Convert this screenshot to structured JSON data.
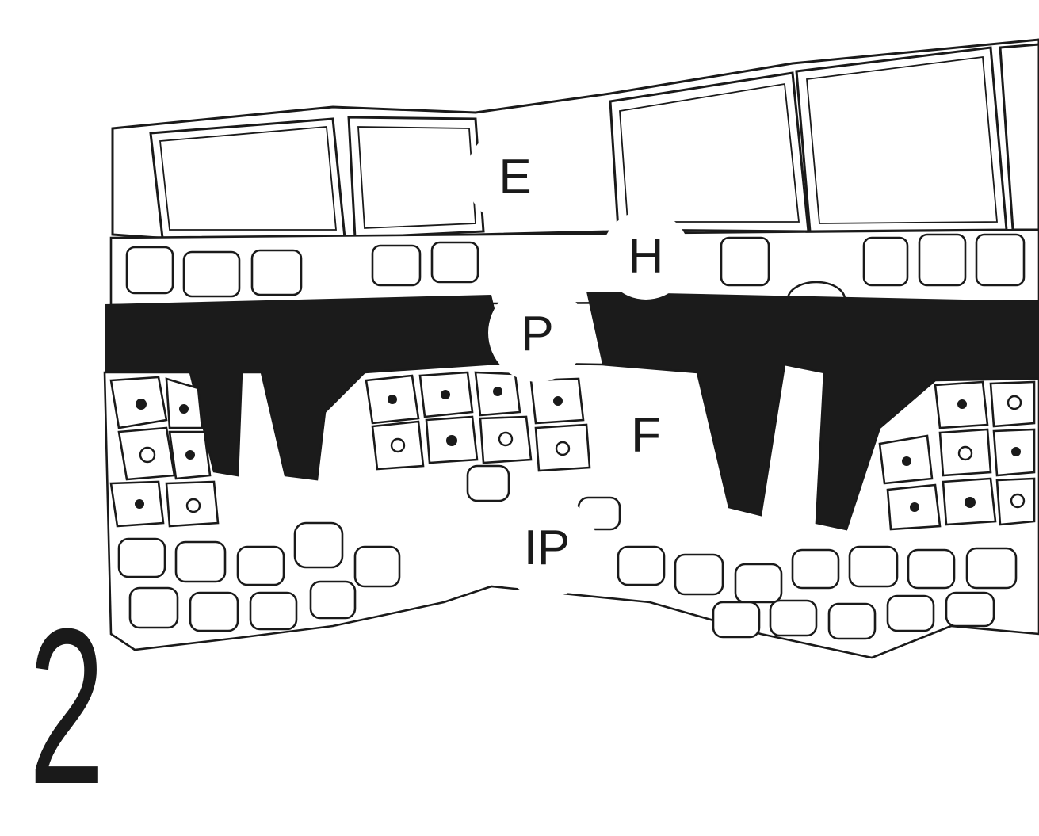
{
  "figure": {
    "number": "2",
    "labels": {
      "E": "E",
      "H": "H",
      "P": "P",
      "F": "F",
      "IP": "IP"
    }
  }
}
